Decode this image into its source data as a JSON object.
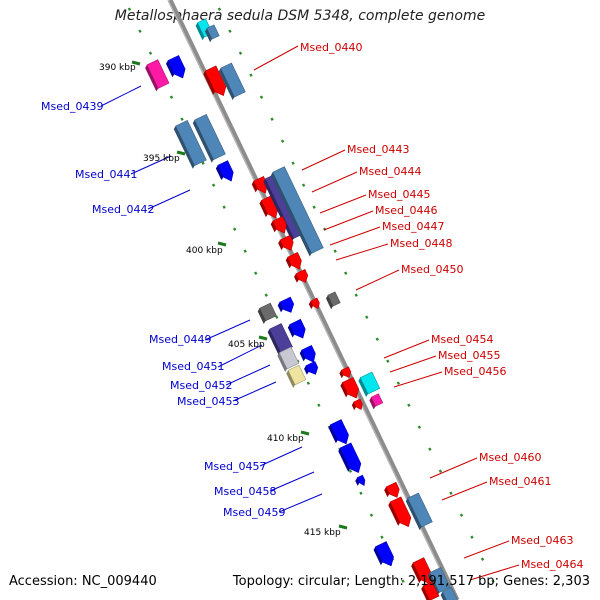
{
  "title": "Metallosphaera sedula DSM 5348, complete genome",
  "footer": {
    "accession": "Accession: NC_009440",
    "summary": "Topology: circular; Length: 2,191,517 bp; Genes: 2,303"
  },
  "colors": {
    "forward_label": "#cc0000",
    "reverse_label": "#0000cc",
    "backbone": "#8c8c8c",
    "tick": "#2e8b2e",
    "red": "#ff0000",
    "blue": "#0000ff",
    "steel": "#4f86b8",
    "pink": "#ff1aa6",
    "cyan": "#00e5ee",
    "gray": "#6b6b6b",
    "lightgray": "#c8c8d2",
    "purple": "#4b3f99",
    "khaki": "#eee4a0"
  },
  "kbp_markers": [
    "390 kbp",
    "395 kbp",
    "400 kbp",
    "405 kbp",
    "410 kbp",
    "415 kbp"
  ],
  "genes_forward": [
    "Msed_0440",
    "Msed_0443",
    "Msed_0444",
    "Msed_0445",
    "Msed_0446",
    "Msed_0447",
    "Msed_0448",
    "Msed_0450",
    "Msed_0454",
    "Msed_0455",
    "Msed_0456",
    "Msed_0460",
    "Msed_0461",
    "Msed_0463",
    "Msed_0464"
  ],
  "genes_reverse": [
    "Msed_0439",
    "Msed_0441",
    "Msed_0442",
    "Msed_0449",
    "Msed_0451",
    "Msed_0452",
    "Msed_0453",
    "Msed_0457",
    "Msed_0458",
    "Msed_0459"
  ]
}
